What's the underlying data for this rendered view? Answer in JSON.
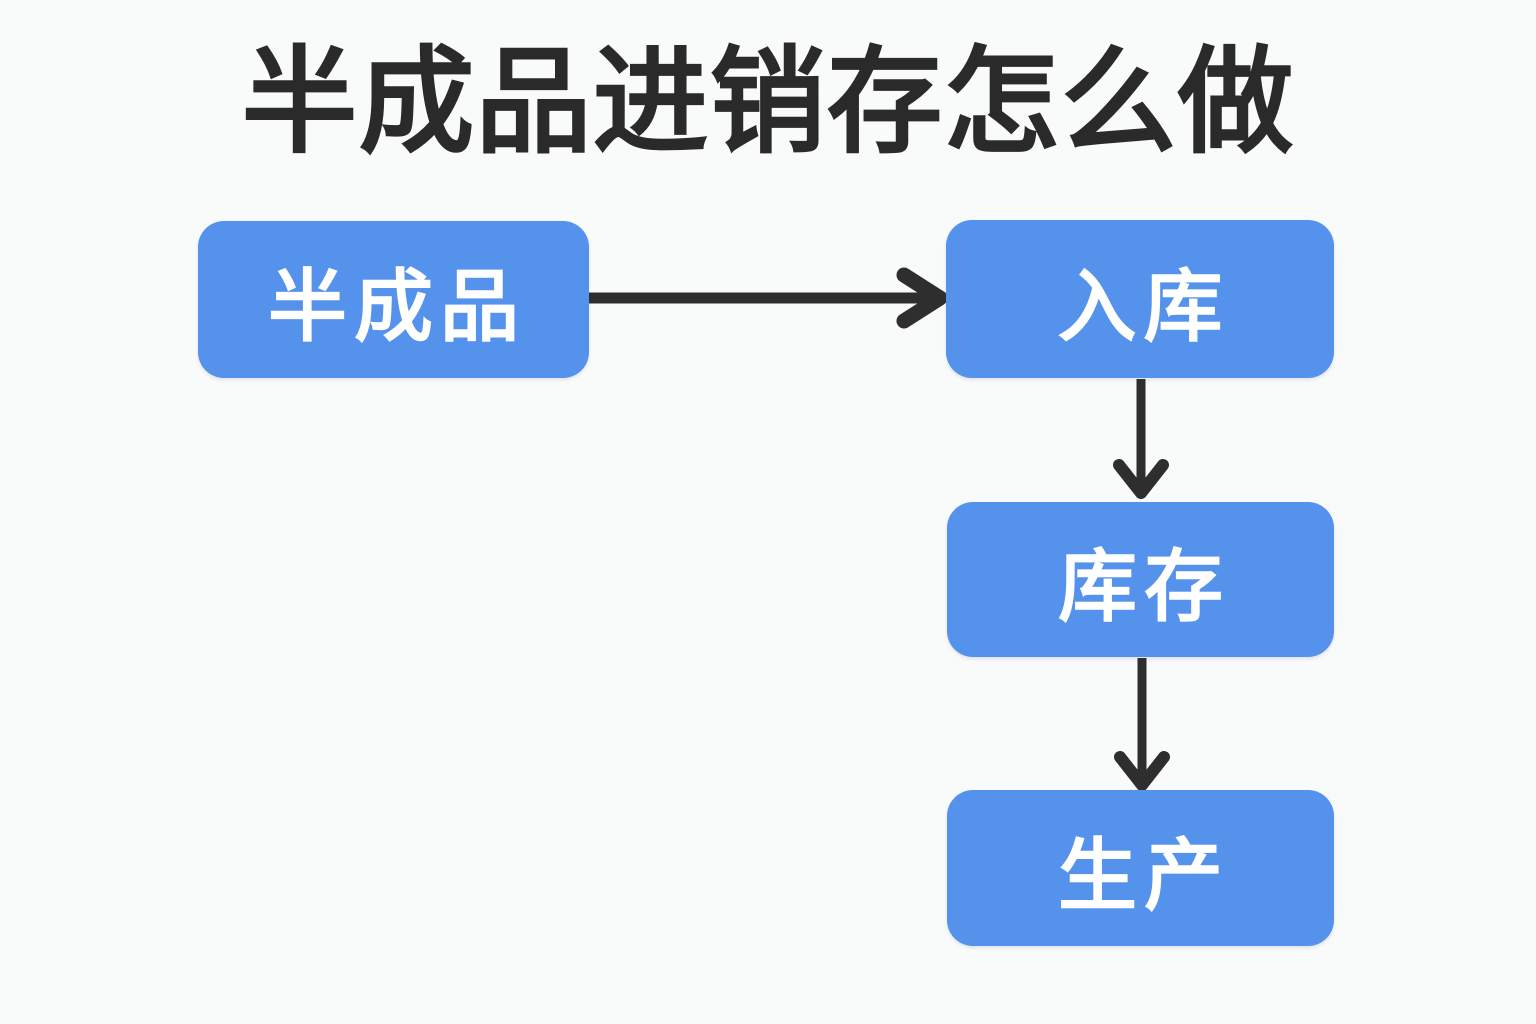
{
  "title": "半成品进销存怎么做",
  "colors": {
    "background": "#f9fafa",
    "node_fill": "#5592ec",
    "node_text": "#ffffff",
    "title_text": "#2a2a2a",
    "arrow": "#2e2e2e"
  },
  "nodes": [
    {
      "id": "semi-finished",
      "label": "半成品"
    },
    {
      "id": "inbound",
      "label": "入库"
    },
    {
      "id": "stock",
      "label": "库存"
    },
    {
      "id": "production",
      "label": "生产"
    }
  ],
  "edges": [
    {
      "from": "半成品",
      "to": "入库",
      "direction": "right"
    },
    {
      "from": "入库",
      "to": "库存",
      "direction": "down"
    },
    {
      "from": "库存",
      "to": "生产",
      "direction": "down"
    }
  ]
}
